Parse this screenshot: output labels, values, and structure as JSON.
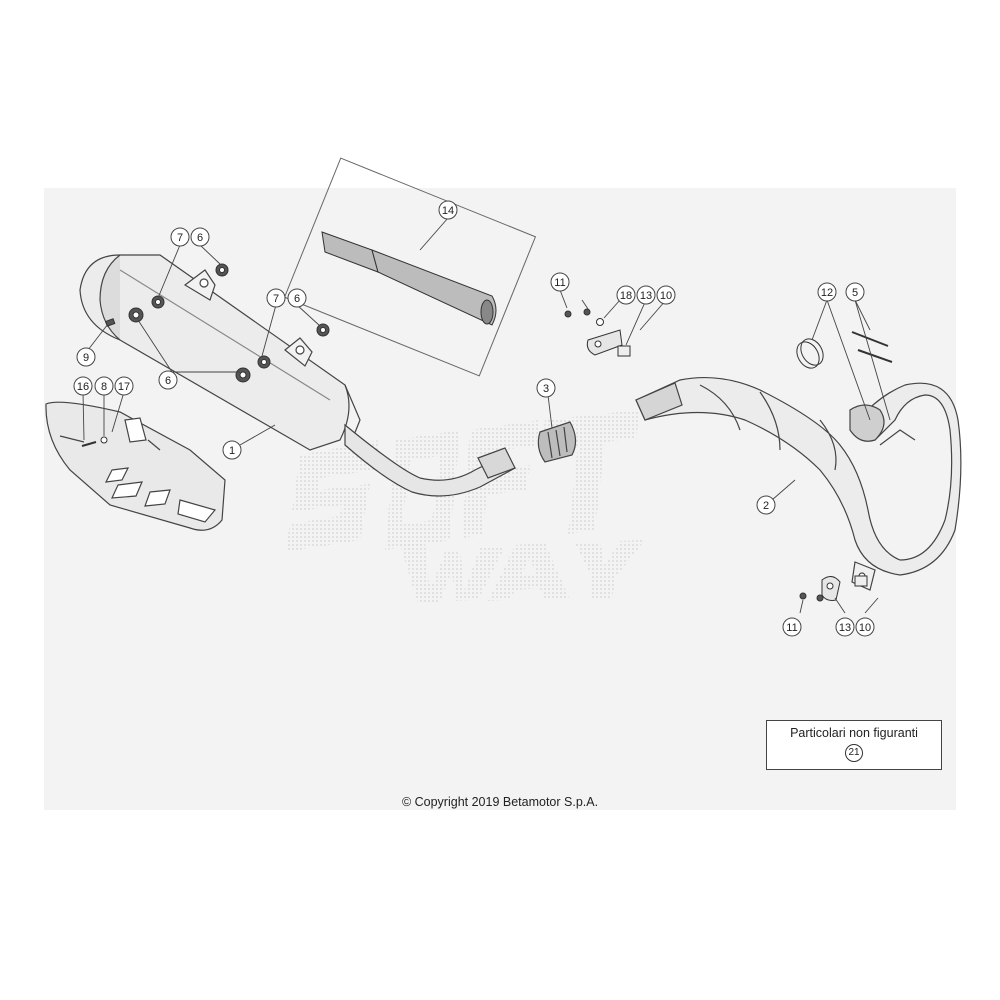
{
  "callouts": [
    {
      "id": "c1",
      "label": "1"
    },
    {
      "id": "c2",
      "label": "2"
    },
    {
      "id": "c3",
      "label": "3"
    },
    {
      "id": "c5",
      "label": "5"
    },
    {
      "id": "c6a",
      "label": "6"
    },
    {
      "id": "c6b",
      "label": "6"
    },
    {
      "id": "c6c",
      "label": "6"
    },
    {
      "id": "c7a",
      "label": "7"
    },
    {
      "id": "c7b",
      "label": "7"
    },
    {
      "id": "c8",
      "label": "8"
    },
    {
      "id": "c9",
      "label": "9"
    },
    {
      "id": "c10a",
      "label": "10"
    },
    {
      "id": "c10b",
      "label": "10"
    },
    {
      "id": "c11a",
      "label": "11"
    },
    {
      "id": "c11b",
      "label": "11"
    },
    {
      "id": "c12",
      "label": "12"
    },
    {
      "id": "c13a",
      "label": "13"
    },
    {
      "id": "c13b",
      "label": "13"
    },
    {
      "id": "c14",
      "label": "14"
    },
    {
      "id": "c16",
      "label": "16"
    },
    {
      "id": "c17",
      "label": "17"
    },
    {
      "id": "c18",
      "label": "18"
    }
  ],
  "legend": {
    "title": "Particolari non figuranti",
    "number": "21"
  },
  "copyright": "© Copyright 2019 Betamotor S.p.A."
}
